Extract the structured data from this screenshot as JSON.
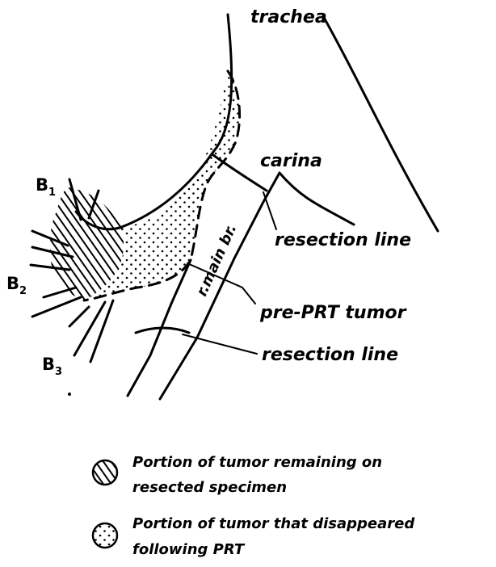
{
  "labels": {
    "trachea": "trachea",
    "carina": "carina",
    "resection_line_upper": "resection line",
    "right_main_bronchus": "r.main br.",
    "pre_prt_tumor": "pre-PRT tumor",
    "resection_line_lower": "resection line",
    "b1_letter": "B",
    "b1_sub": "1",
    "b2_letter": "B",
    "b2_sub": "2",
    "b3_letter": "B",
    "b3_sub": "3"
  },
  "legend": {
    "items": [
      {
        "pattern": "hatched",
        "line1": "Portion of tumor remaining on",
        "line2": "resected specimen"
      },
      {
        "pattern": "dotted",
        "line1": "Portion of tumor that disappeared",
        "line2": "following PRT"
      }
    ]
  },
  "colors": {
    "ink": "#000000",
    "background": "#ffffff"
  }
}
